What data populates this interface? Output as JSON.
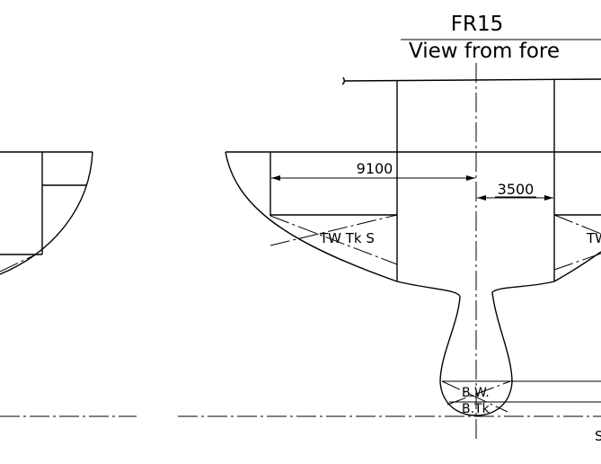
{
  "drawing": {
    "title": "FR15",
    "subtitle": "View from fore",
    "dimensions": {
      "port_width": "9100",
      "center_width": "3500"
    },
    "labels": {
      "tank_port": "TW Tk S",
      "tank_stbd_partial": "TW",
      "bilge_well": "B.W.",
      "bilge_tank": "B.Tk",
      "edge_char": "S"
    }
  }
}
